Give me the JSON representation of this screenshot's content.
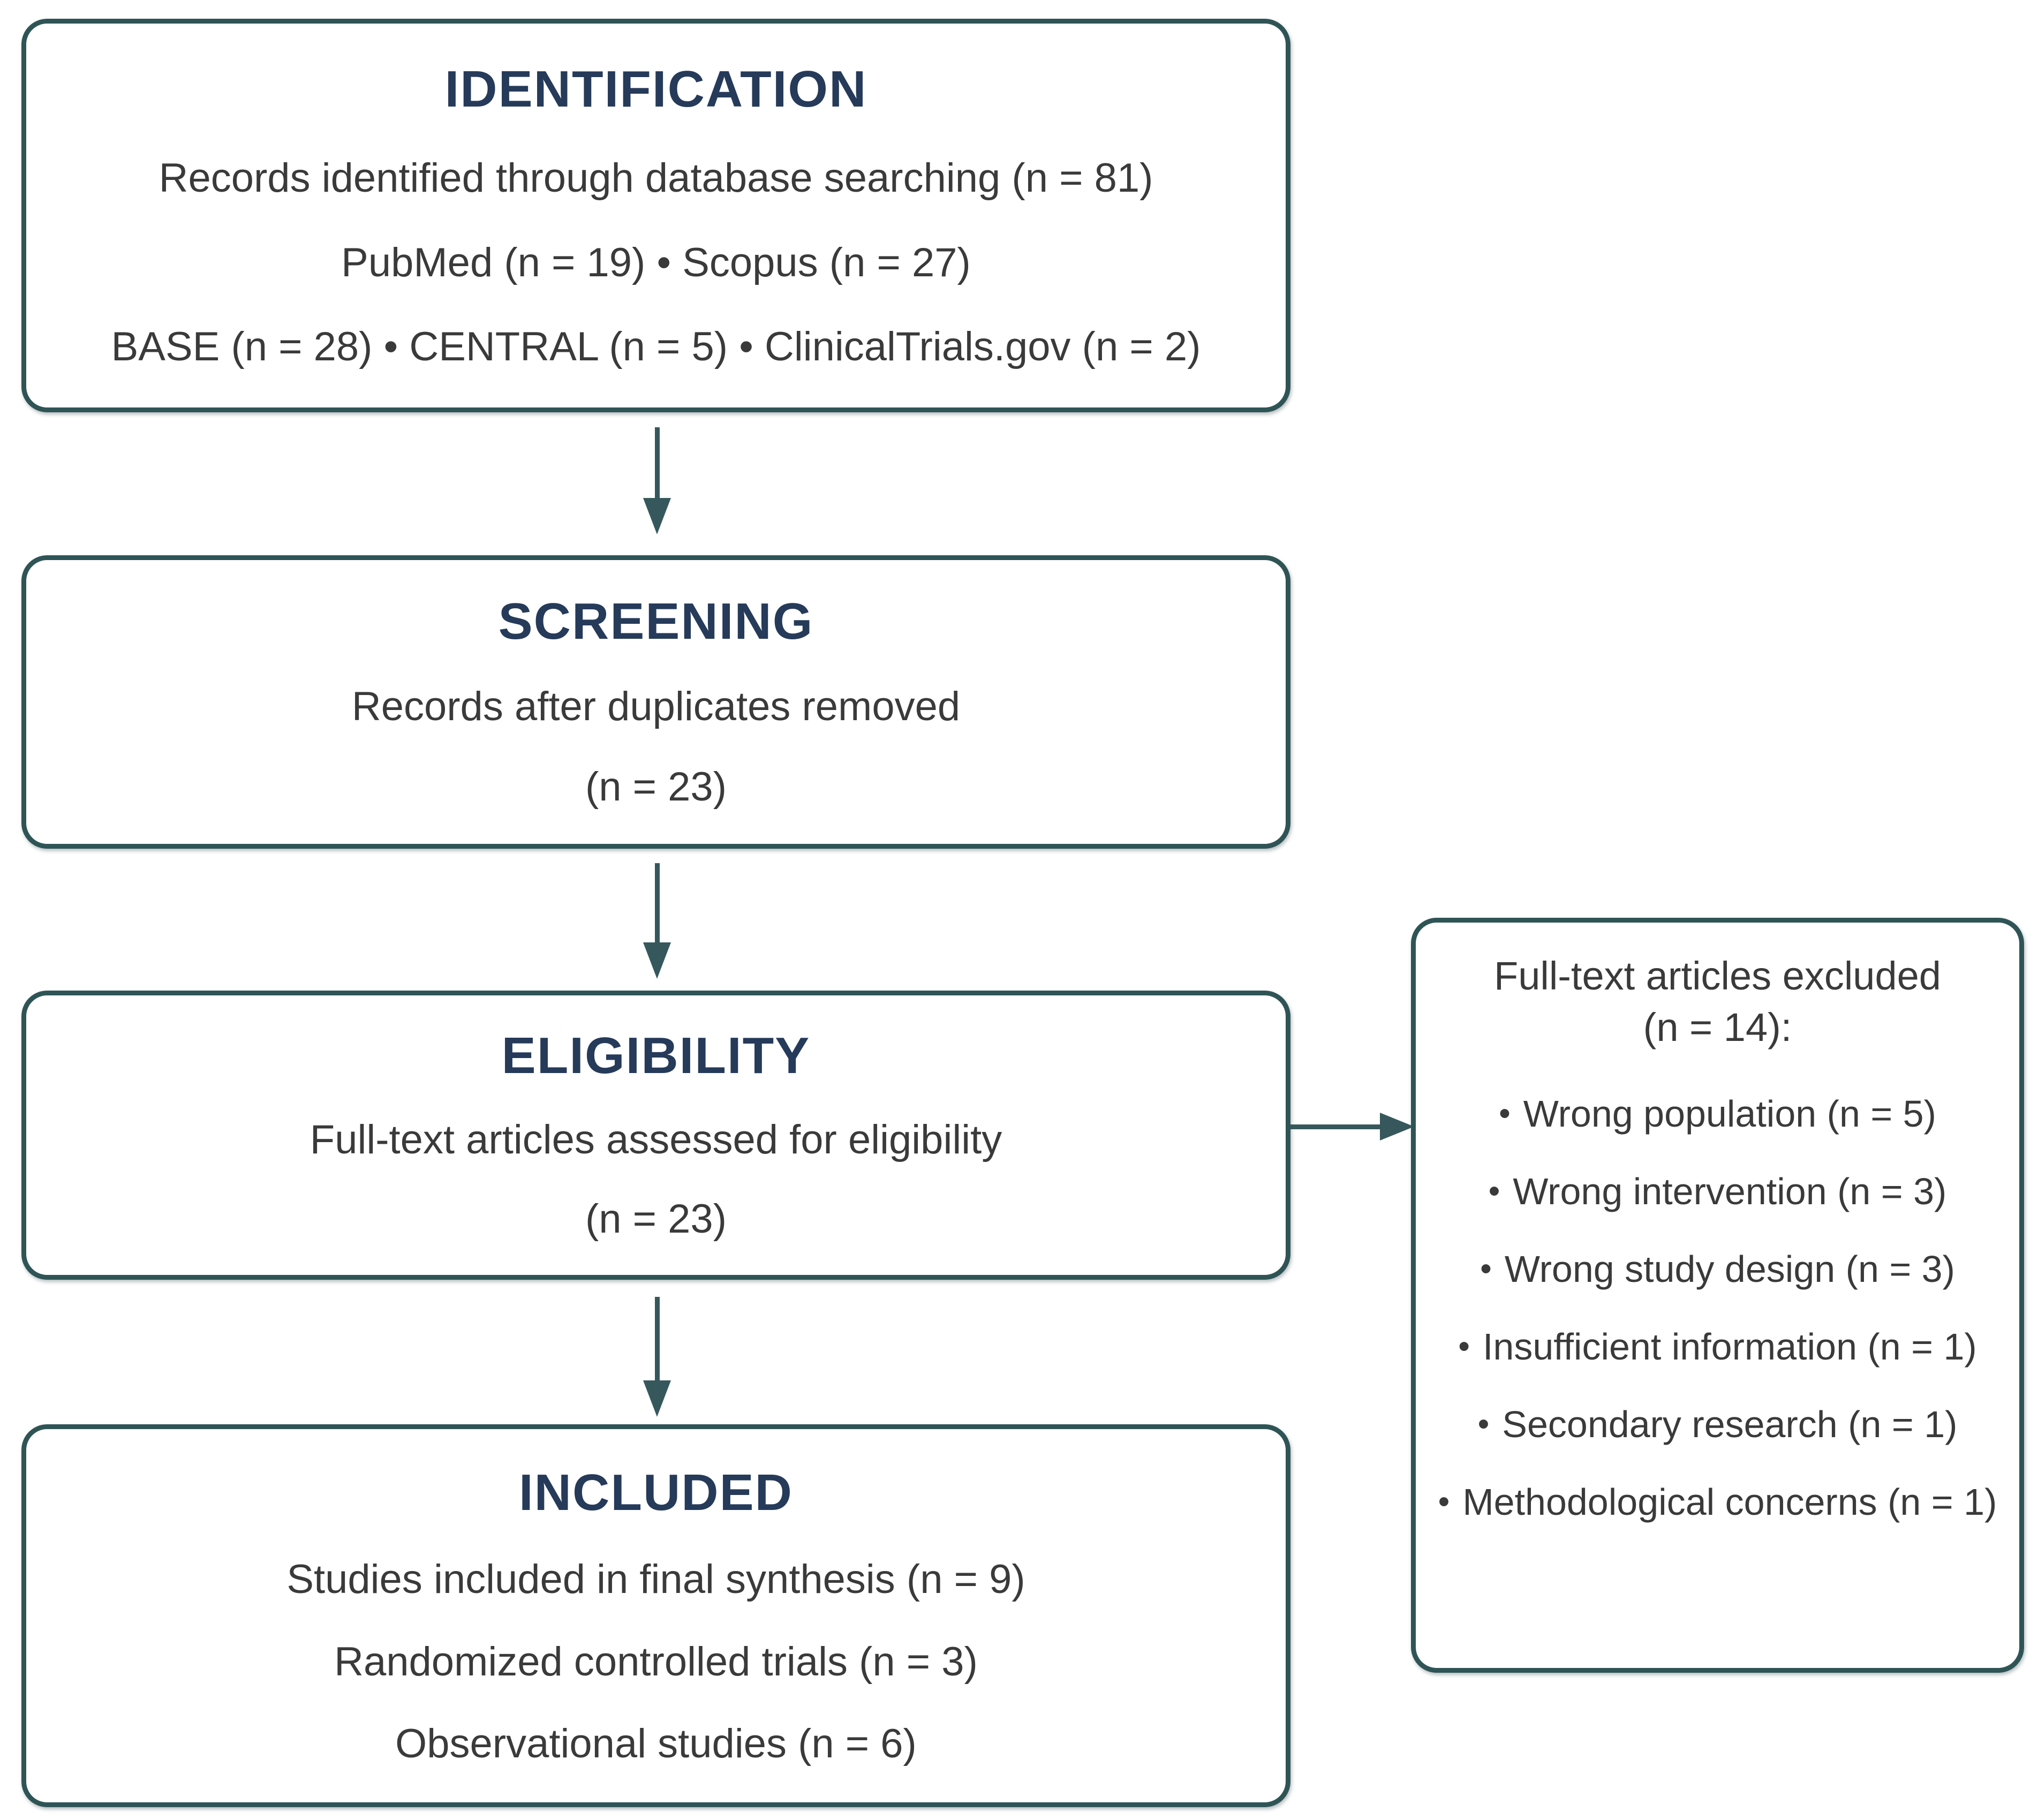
{
  "diagram": {
    "stages": [
      {
        "title": "IDENTIFICATION",
        "lines": [
          "Records identified through database searching (n = 81)",
          "PubMed (n = 19) • Scopus (n = 27)",
          "BASE (n = 28) • CENTRAL (n = 5) • ClinicalTrials.gov (n = 2)"
        ]
      },
      {
        "title": "SCREENING",
        "lines": [
          "Records after duplicates removed",
          "(n = 23)"
        ]
      },
      {
        "title": "ELIGIBILITY",
        "lines": [
          "Full-text articles assessed for eligibility",
          "(n = 23)"
        ]
      },
      {
        "title": "INCLUDED",
        "lines": [
          "Studies included in final synthesis (n = 9)",
          "Randomized controlled trials (n = 3)",
          "Observational studies (n = 6)"
        ]
      }
    ],
    "exclusion_box": {
      "heading_line1": "Full-text articles excluded",
      "heading_line2": "(n = 14):",
      "bullet": "•",
      "items": [
        "Wrong population (n = 5)",
        "Wrong intervention (n = 3)",
        "Wrong study design (n = 3)",
        "Insufficient information (n = 1)",
        "Secondary research (n = 1)",
        "Methodological concerns (n = 1)"
      ]
    },
    "colors": {
      "border": "#2f5456",
      "arrow": "#36585c",
      "title": "#263a5a",
      "body": "#3a3a3a",
      "background": "#ffffff"
    }
  }
}
